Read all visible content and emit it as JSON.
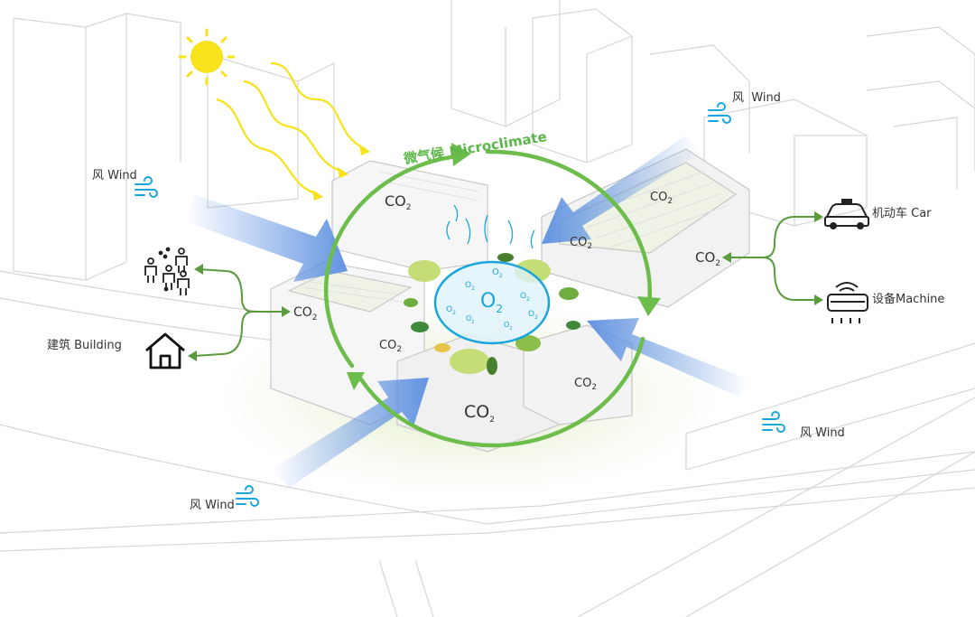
{
  "title": {
    "zh": "微气候",
    "en": "Microclimate"
  },
  "labels": {
    "wind": "风 Wind",
    "wind_spaced": "风  Wind",
    "car": "机动车 Car",
    "machine": "设备Machine",
    "building": "建筑 Building"
  },
  "co2": {
    "main": "CO",
    "sub": "2"
  },
  "o2": {
    "main": "O",
    "sub": "2"
  },
  "colors": {
    "cycle_green": "#6cbd4b",
    "title_green": "#5db64a",
    "wind_blue": "#5b8fe0",
    "oxygen_cyan": "#1aa6dc",
    "sun_yellow": "#f7e21b",
    "connector_green": "#5a9c3d"
  },
  "icons": [
    "sun-icon",
    "wind-icon",
    "car-icon",
    "air-conditioner-icon",
    "people-icon",
    "house-icon"
  ]
}
